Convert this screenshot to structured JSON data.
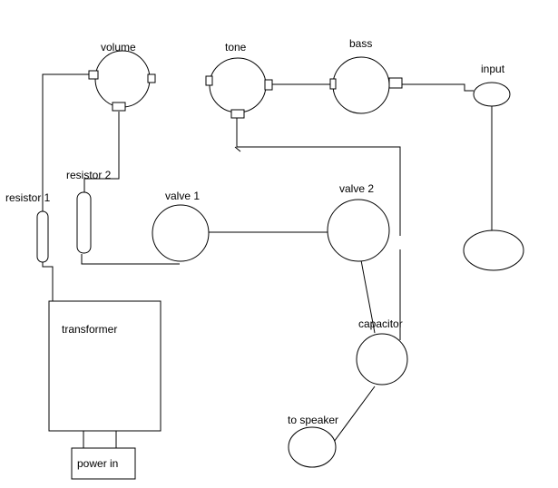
{
  "labels": {
    "volume": "volume",
    "tone": "tone",
    "bass": "bass",
    "input": "input",
    "resistor1": "resistor 1",
    "resistor2": "resistor 2",
    "valve1": "valve 1",
    "valve2": "valve 2",
    "transformer": "transformer",
    "capacitor": "capacitor",
    "to_speaker": "to speaker",
    "power_in": "power in"
  }
}
